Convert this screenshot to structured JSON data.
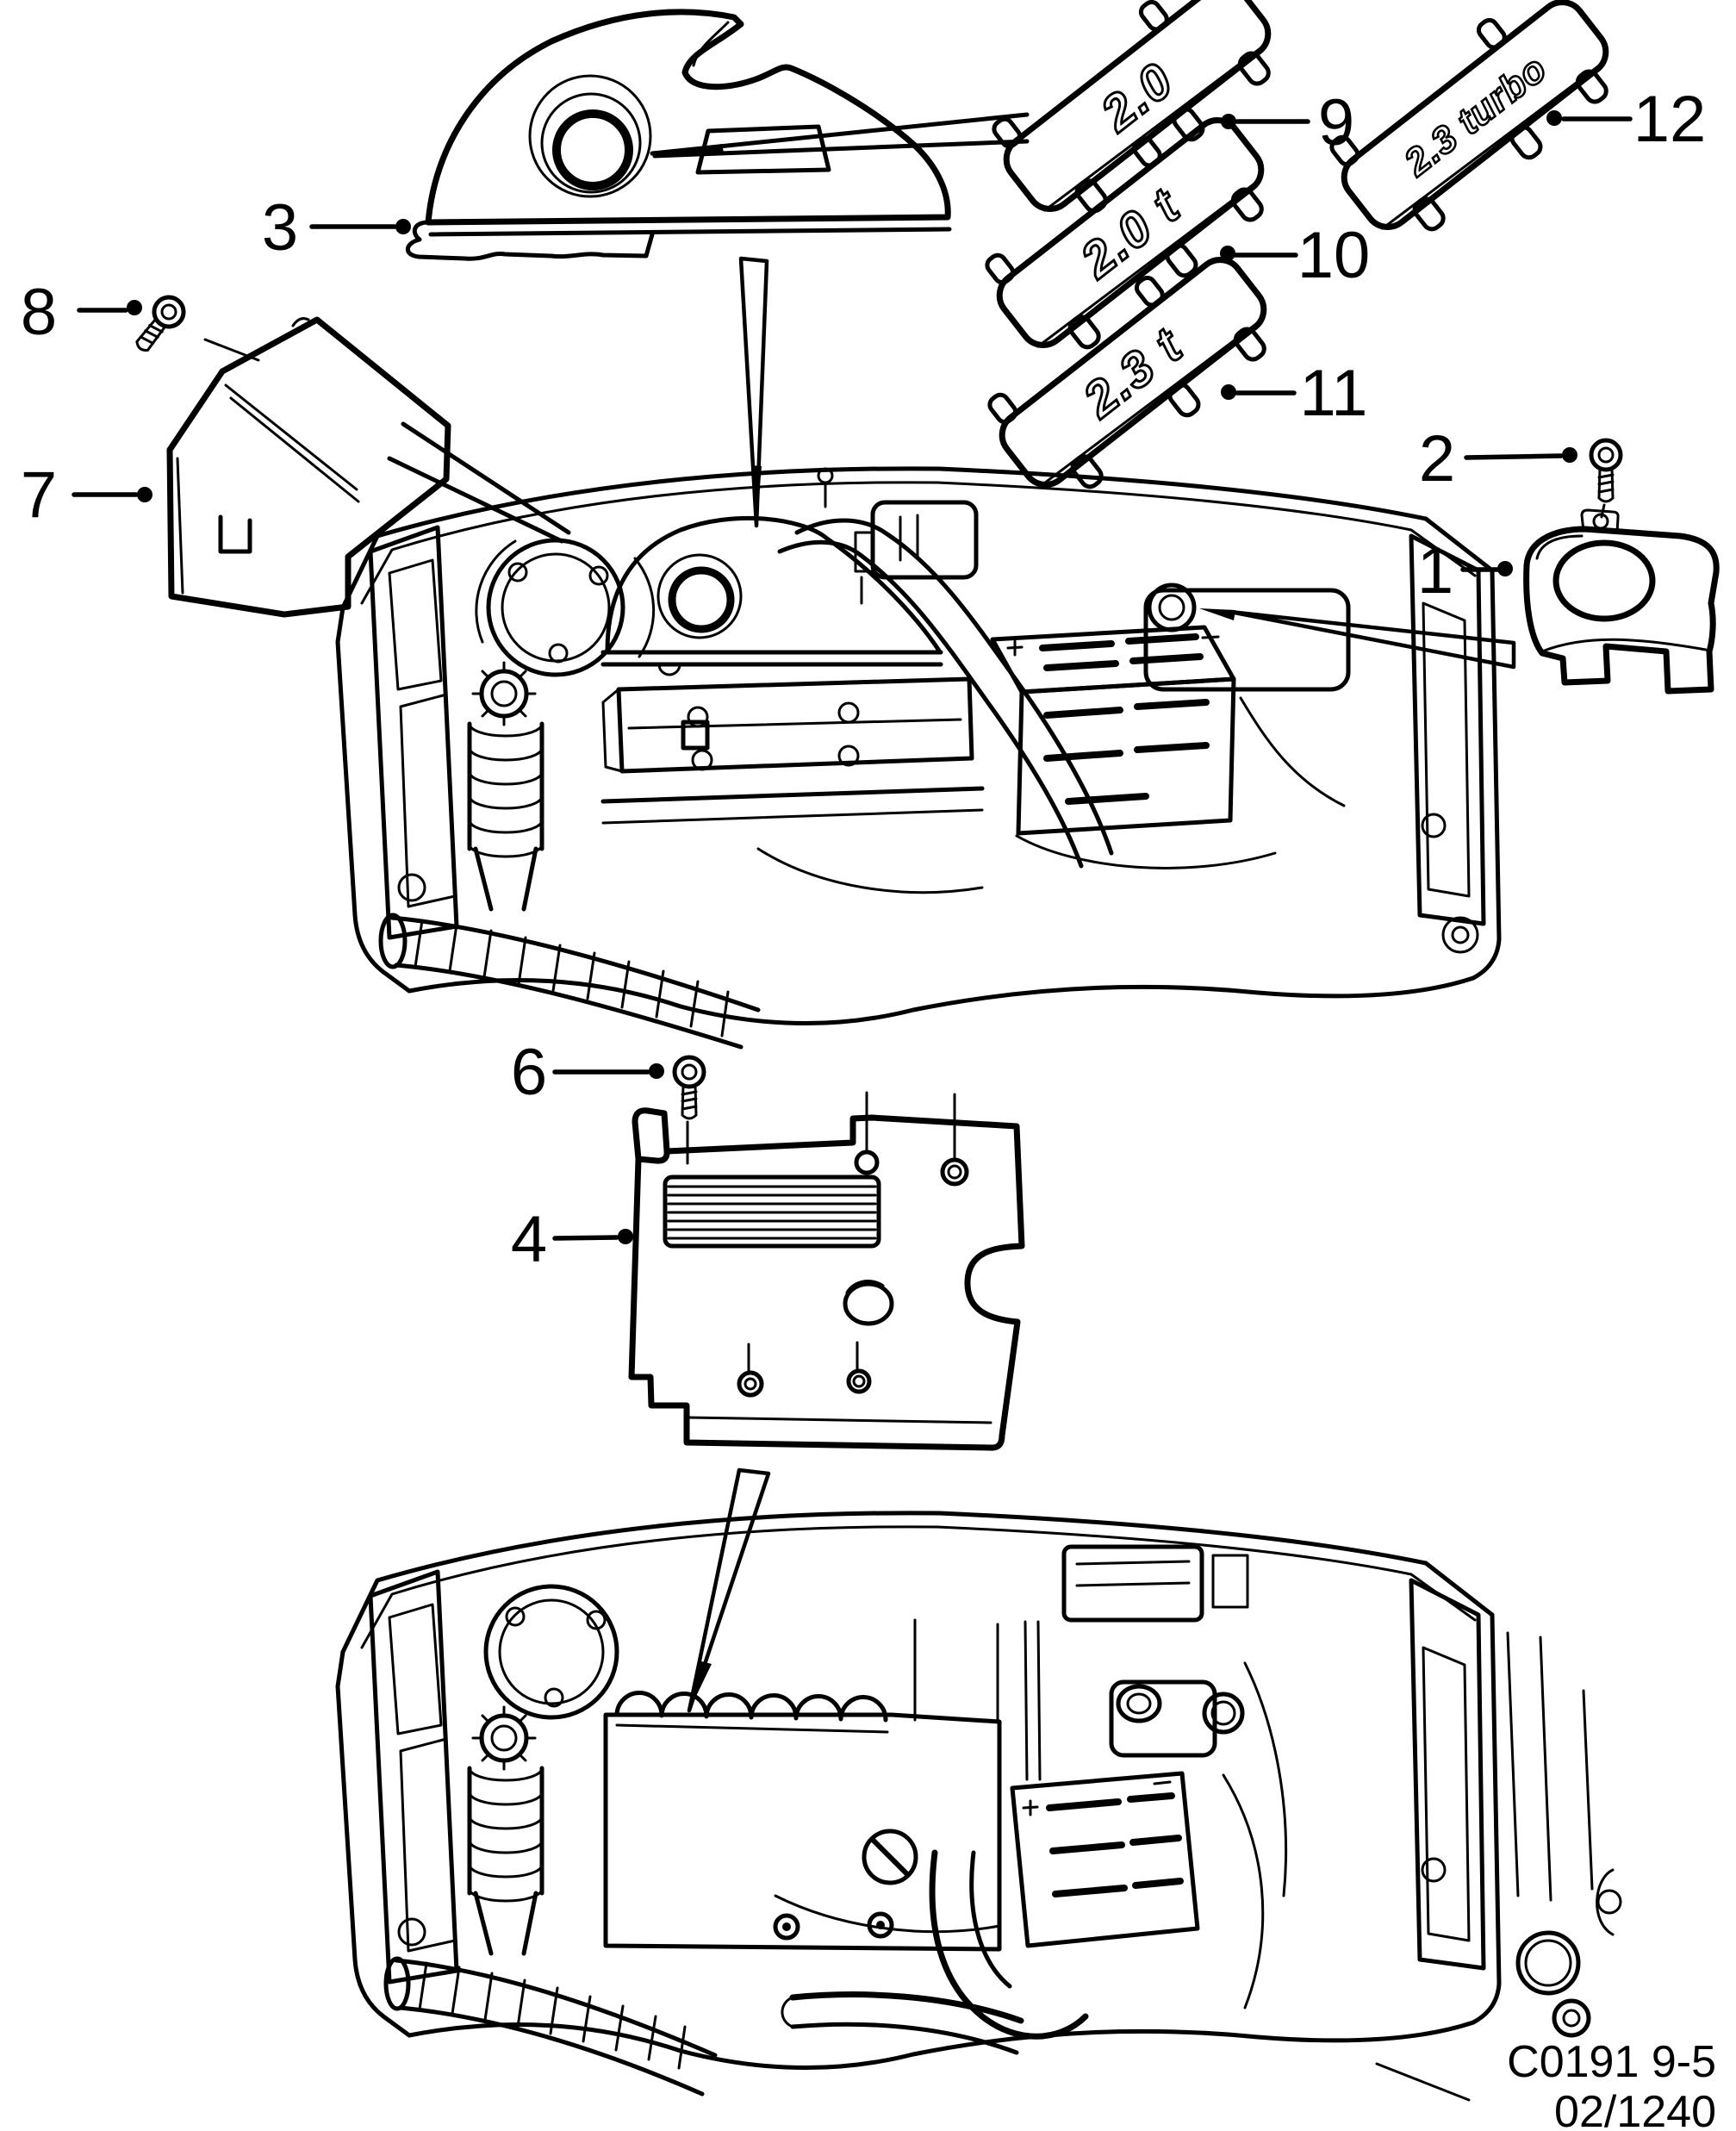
{
  "figure": {
    "kind": "exploded-parts-diagram",
    "callouts": {
      "c1": "1",
      "c2": "2",
      "c3": "3",
      "c4": "4",
      "c6": "6",
      "c7": "7",
      "c8": "8",
      "c9": "9",
      "c10": "10",
      "c11": "11",
      "c12": "12"
    },
    "badges": {
      "b9": "2.0",
      "b10": "2.0 t",
      "b11": "2.3 t",
      "b12": "2.3 turbo"
    },
    "footer": {
      "code": "C0191 9-5",
      "issue": "02/1240"
    }
  }
}
